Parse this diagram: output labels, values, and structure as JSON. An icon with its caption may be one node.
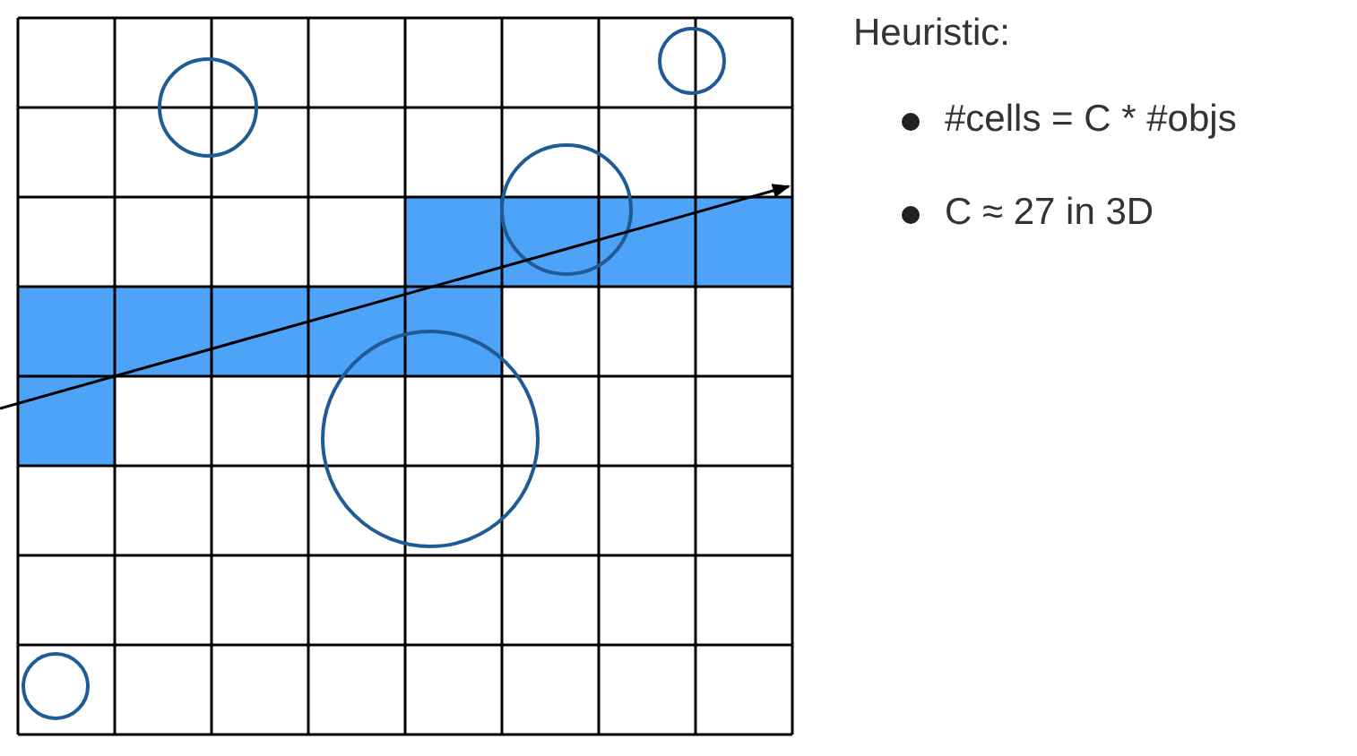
{
  "diagram": {
    "labels": [
      "Heuristic:",
      "#cells = C * #objs",
      "C ≈ 27 in 3D"
    ]
  }
}
